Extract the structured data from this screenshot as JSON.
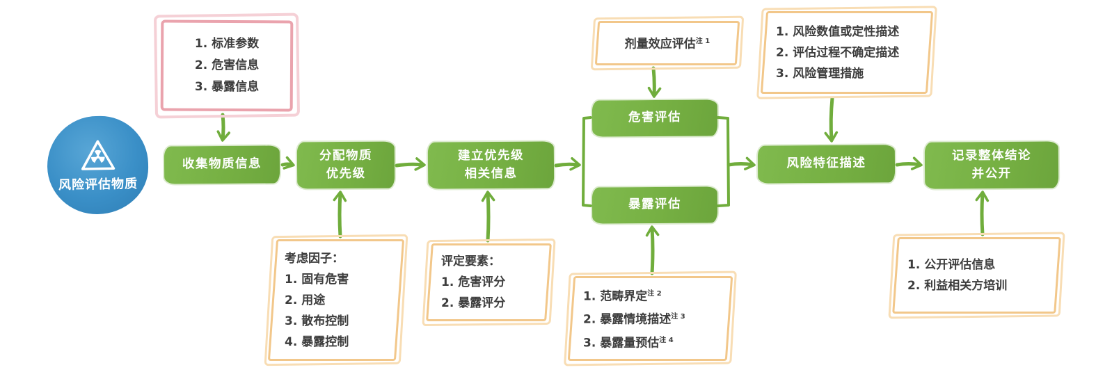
{
  "colors": {
    "green": "#76b043",
    "blue": "#3a8fc7",
    "pink": "#eaa3ad",
    "orange": "#f2c78a",
    "text": "#3d3d3d"
  },
  "start": {
    "label": "风险评估物质",
    "icon": "radiation-warning"
  },
  "inputs": {
    "items": [
      "1. 标准参数",
      "2. 危害信息",
      "3. 暴露信息"
    ]
  },
  "steps": {
    "collect": "收集物质信息",
    "assign": "分配物质\n优先级",
    "establish": "建立优先级\n相关信息",
    "hazard": "危害评估",
    "exposure": "暴露评估",
    "characterize": "风险特征描述",
    "record": "记录整体结论\n并公开"
  },
  "notes": {
    "dose": {
      "text": "剂量效应评估",
      "sup": "注 1"
    },
    "risk_output": {
      "items": [
        "1. 风险数值或定性描述",
        "2. 评估过程不确定描述",
        "3. 风险管理措施"
      ]
    },
    "factors": {
      "title": "考虑因子：",
      "items": [
        "1. 固有危害",
        "2. 用途",
        "3. 散布控制",
        "4. 暴露控制"
      ]
    },
    "criteria": {
      "title": "评定要素：",
      "items": [
        "1. 危害评分",
        "2. 暴露评分"
      ]
    },
    "exposure_steps": {
      "items": [
        {
          "text": "1. 范畴界定",
          "sup": "注 2"
        },
        {
          "text": "2. 暴露情境描述",
          "sup": "注 3"
        },
        {
          "text": "3. 暴露量预估",
          "sup": "注 4"
        }
      ]
    },
    "publish": {
      "items": [
        "1. 公开评估信息",
        "2. 利益相关方培训"
      ]
    }
  }
}
